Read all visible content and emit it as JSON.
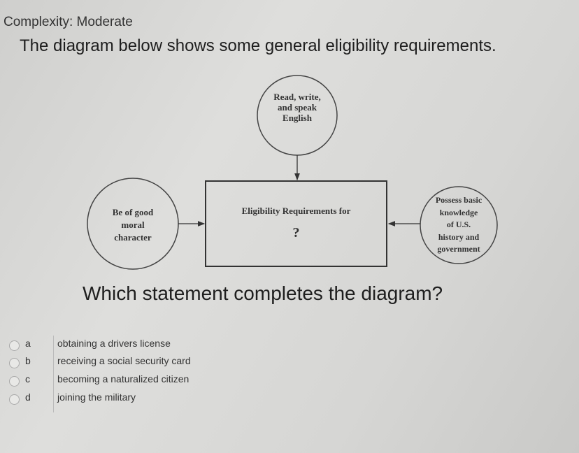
{
  "complexity": "Complexity: Moderate",
  "heading": "The diagram below shows some general eligibility requirements.",
  "diagram": {
    "top": [
      "Read, write,",
      "and speak",
      "English"
    ],
    "left": [
      "Be of good",
      "moral",
      "character"
    ],
    "right": [
      "Possess basic",
      "knowledge",
      "of U.S.",
      "history and",
      "government"
    ],
    "center_title": "Eligibility Requirements for",
    "center_mark": "?"
  },
  "question": "Which statement completes the diagram?",
  "options": [
    {
      "letter": "a",
      "text": "obtaining a drivers license"
    },
    {
      "letter": "b",
      "text": "receiving a social security card"
    },
    {
      "letter": "c",
      "text": "becoming a naturalized citizen"
    },
    {
      "letter": "d",
      "text": "joining the military"
    }
  ]
}
